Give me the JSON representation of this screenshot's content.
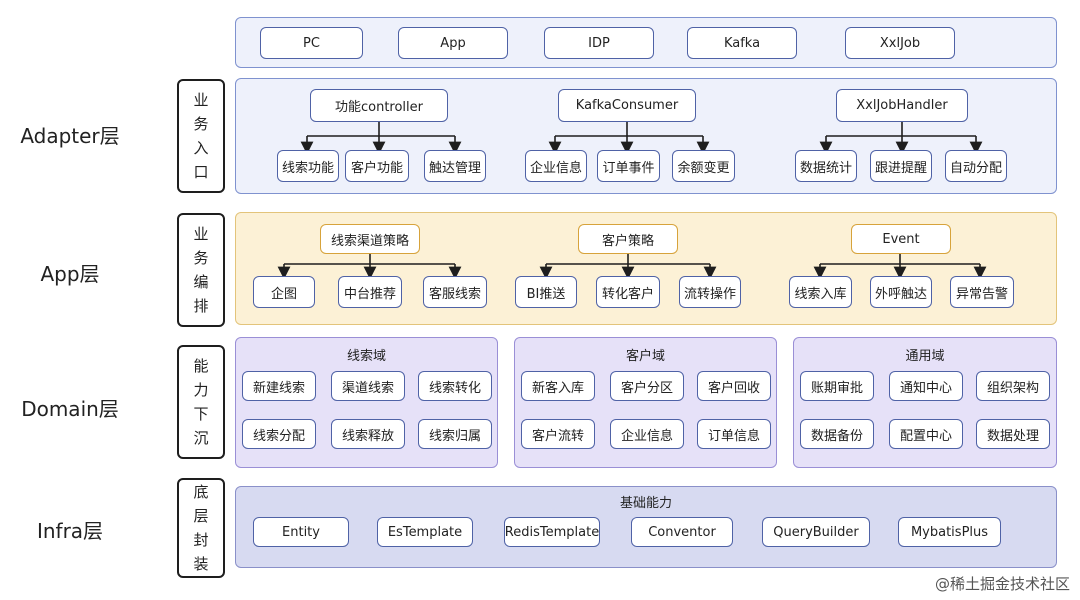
{
  "layers": {
    "adapter": "Adapter层",
    "app": "App层",
    "domain": "Domain层",
    "infra": "Infra层"
  },
  "tabs": {
    "adapter": [
      "业",
      "务",
      "入",
      "口"
    ],
    "app": [
      "业",
      "务",
      "编",
      "排"
    ],
    "domain": [
      "能",
      "力",
      "下",
      "沉"
    ],
    "infra": [
      "底",
      "层",
      "封",
      "装"
    ]
  },
  "sources": [
    "PC",
    "App",
    "IDP",
    "Kafka",
    "XxlJob"
  ],
  "adapter_groups": [
    {
      "root": "功能controller",
      "children": [
        "线索功能",
        "客户功能",
        "触达管理"
      ]
    },
    {
      "root": "KafkaConsumer",
      "children": [
        "企业信息",
        "订单事件",
        "余额变更"
      ]
    },
    {
      "root": "XxlJobHandler",
      "children": [
        "数据统计",
        "跟进提醒",
        "自动分配"
      ]
    }
  ],
  "app_groups": [
    {
      "root": "线索渠道策略",
      "children": [
        "企图",
        "中台推荐",
        "客服线索"
      ]
    },
    {
      "root": "客户策略",
      "children": [
        "BI推送",
        "转化客户",
        "流转操作"
      ]
    },
    {
      "root": "Event",
      "children": [
        "线索入库",
        "外呼触达",
        "异常告警"
      ]
    }
  ],
  "domains": [
    {
      "title": "线索域",
      "items": [
        "新建线索",
        "渠道线索",
        "线索转化",
        "线索分配",
        "线索释放",
        "线索归属"
      ]
    },
    {
      "title": "客户域",
      "items": [
        "新客入库",
        "客户分区",
        "客户回收",
        "客户流转",
        "企业信息",
        "订单信息"
      ]
    },
    {
      "title": "通用域",
      "items": [
        "账期审批",
        "通知中心",
        "组织架构",
        "数据备份",
        "配置中心",
        "数据处理"
      ]
    }
  ],
  "infra": {
    "title": "基础能力",
    "items": [
      "Entity",
      "EsTemplate",
      "RedisTemplate",
      "Conventor",
      "QueryBuilder",
      "MybatisPlus"
    ]
  },
  "footer": "@稀土掘金技术社区",
  "colors": {
    "adapter_bg": "#eef1fb",
    "app_bg": "#fcf1d6",
    "domain_bg": "#e6e1f8",
    "infra_bg": "#d7daf1",
    "node_border": "#4f62a6",
    "app_node_border": "#d7a33b"
  }
}
